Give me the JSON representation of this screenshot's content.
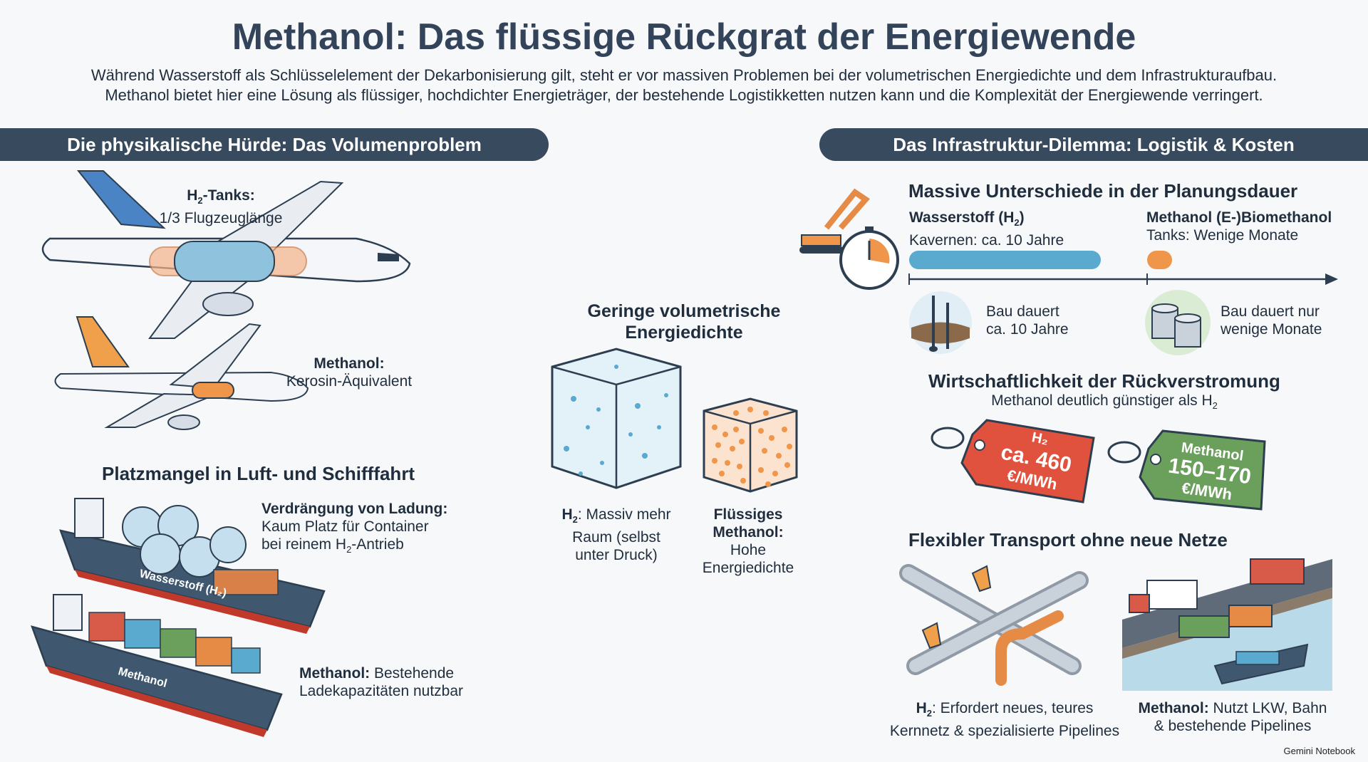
{
  "title": "Methanol: Das flüssige Rückgrat der Energiewende",
  "intro": "Während Wasserstoff als Schlüsselelement der Dekarbonisierung gilt, steht er vor massiven Problemen bei der volumetrischen Energiedichte und dem Infrastrukturaufbau. Methanol bietet hier eine Lösung als flüssiger, hochdichter Energieträger, der bestehende Logistikketten nutzen kann und die Komplexität der Energiewende verringert.",
  "left_section": {
    "heading": "Die physikalische Hürde: Das Volumenproblem",
    "plane_h2": {
      "label": "H",
      "sub": "2",
      "label_suffix": "-Tanks:",
      "text": "1/3 Flugzeuglänge"
    },
    "plane_methanol": {
      "label": "Methanol:",
      "text": "Kerosin-Äquivalent"
    },
    "ships_heading": "Platzmangel in Luft- und Schifffahrt",
    "ship_h2": {
      "label": "Verdrängung von Ladung:",
      "text1": "Kaum Platz für Container",
      "text2a": "bei reinem H",
      "text2sub": "2",
      "text2b": "-Antrieb",
      "hull_text": "Wasserstoff (H₂)"
    },
    "ship_methanol": {
      "label": "Methanol:",
      "text1": " Bestehende",
      "text2": "Ladekapazitäten nutzbar",
      "hull_text": "Methanol"
    }
  },
  "center": {
    "heading1": "Geringe volumetrische",
    "heading2": "Energiedichte",
    "h2_label": "H",
    "h2_sub": "2",
    "h2_text1": ": Massiv mehr",
    "h2_text2": "Raum (selbst",
    "h2_text3": "unter Druck)",
    "meth_label": "Flüssiges Methanol:",
    "meth_text1": "Hohe",
    "meth_text2": "Energiedichte"
  },
  "right_section": {
    "heading": "Das Infrastruktur-Dilemma: Logistik & Kosten",
    "planning": {
      "heading": "Massive Unterschiede in der Planungsdauer",
      "h2_title": "Wasserstoff (H",
      "h2_sub": "2",
      "h2_title_end": ")",
      "h2_text": "Kavernen: ca. 10 Jahre",
      "meth_title": "Methanol (E-)Biomethanol",
      "meth_text": "Tanks: Wenige Monate",
      "h2_build1": "Bau dauert",
      "h2_build2": "ca. 10 Jahre",
      "meth_build1": "Bau dauert nur",
      "meth_build2": "wenige Monate",
      "h2_duration_fraction": 0.84,
      "meth_duration_fraction": 0.1
    },
    "economics": {
      "heading": "Wirtschaftlichkeit der Rückverstromung",
      "sub": "Methanol deutlich günstiger als H",
      "sub_sub": "2",
      "tag_h2": {
        "line1": "H₂",
        "line2": "ca. 460",
        "line3": "€/MWh",
        "color": "#e0523e"
      },
      "tag_meth": {
        "line1": "Methanol",
        "line2": "150–170",
        "line3": "€/MWh",
        "color": "#6a9f5c"
      }
    },
    "transport": {
      "heading": "Flexibler Transport ohne neue Netze",
      "h2_label": "H",
      "h2_sub": "2",
      "h2_text1": ": Erfordert neues, teures",
      "h2_text2": "Kernnetz & spezialisierte Pipelines",
      "meth_label": "Methanol:",
      "meth_text1": " Nutzt LKW, Bahn",
      "meth_text2": "& bestehende Pipelines"
    }
  },
  "footer": "Gemini Notebook",
  "colors": {
    "navy": "#374a5e",
    "h2_blue": "#5aa9cf",
    "orange": "#f0964a",
    "red_tag": "#e0523e",
    "green_tag": "#6a9f5c"
  }
}
